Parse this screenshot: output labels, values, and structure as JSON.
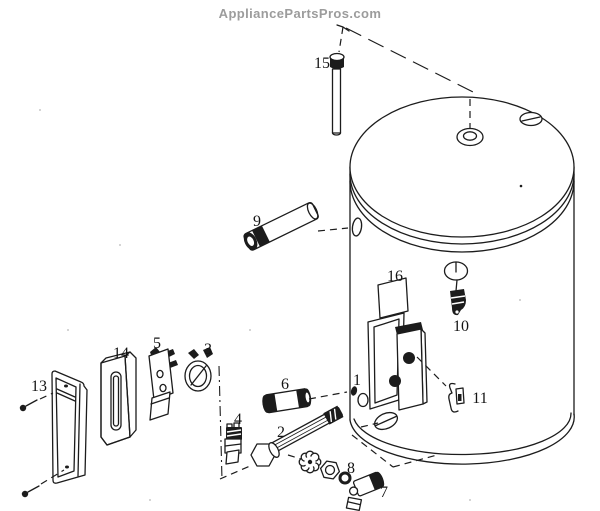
{
  "header": {
    "site_name": "AppliancePartsPros.com"
  },
  "diagram": {
    "type": "exploded-parts-diagram",
    "labels": {
      "p1": "1",
      "p2": "2",
      "p3": "3",
      "p4": "4",
      "p5": "5",
      "p6": "6",
      "p7": "7",
      "p8": "8",
      "p9": "9",
      "p10": "10",
      "p11": "11",
      "p13": "13",
      "p14": "14",
      "p15": "15",
      "p16": "16"
    }
  },
  "colors": {
    "line": "#1c1c1c",
    "header_text": "#9c9c9c",
    "background": "#ffffff"
  }
}
